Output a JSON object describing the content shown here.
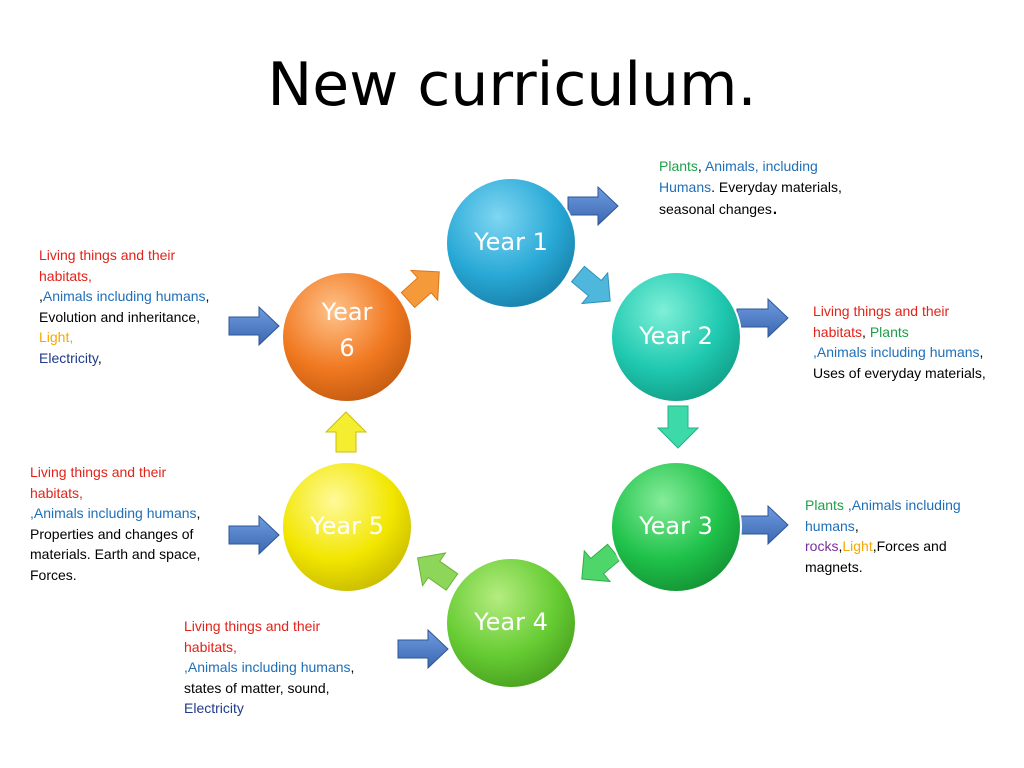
{
  "title": "New curriculum.",
  "colors": {
    "arrow_blue": "#4a7ec7",
    "year1": "#29a9d6",
    "year2": "#1fc9b0",
    "year3": "#1fc24a",
    "year4": "#66cc33",
    "year5": "#f2e600",
    "year6": "#f07820"
  },
  "years": {
    "y1": "Year 1",
    "y2": "Year 2",
    "y3": "Year 3",
    "y4": "Year 4",
    "y5": "Year 5",
    "y6_line1": "Year",
    "y6_line2": "6"
  },
  "year1": {
    "plants": "Plants",
    "comma1": ", ",
    "animals": "Animals, including Humans",
    "rest": ". Everyday materials, seasonal changes",
    "dot": "."
  },
  "year2": {
    "living": "Living things and their habitats",
    "comma1": ", ",
    "plants": "Plants",
    "animals": ",Animals including humans",
    "rest": ", Uses of everyday materials,"
  },
  "year3": {
    "plants": "Plants ",
    "animals": ",Animals including humans",
    "comma1": ",",
    "rocks": "rocks",
    "comma2": ",",
    "light": "Light",
    "rest": ",Forces and magnets."
  },
  "year4": {
    "living": "Living things and their habitats,",
    "animals": ",Animals including humans",
    "rest": ", states of matter, sound, ",
    "electricity": "Electricity"
  },
  "year5": {
    "living": "Living things and their habitats,",
    "animals": ",Animals including humans",
    "rest": ", Properties and changes of materials. Earth and space, Forces."
  },
  "year6": {
    "living": "Living things and their habitats,",
    "comma0": ",",
    "animals": "Animals including humans",
    "rest": ", Evolution and inheritance, ",
    "light": "Light,",
    "electricity": "Electricity",
    "comma_end": ","
  }
}
